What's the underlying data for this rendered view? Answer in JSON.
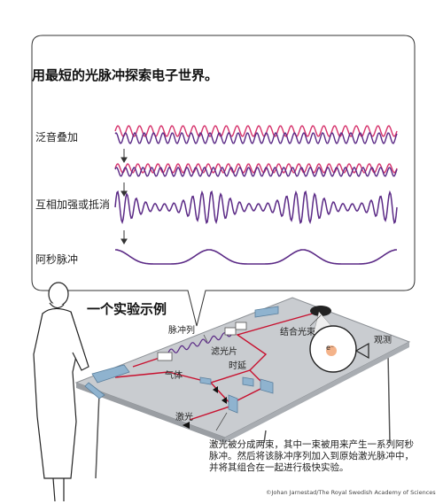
{
  "title": "用最短的光脉冲探索电子世界。",
  "panel_labels": {
    "superposition": "泛音叠加",
    "interference": "互相加强或抵消",
    "attosecond_pulse": "阿秒脉冲"
  },
  "experiment": {
    "title": "一个实验示例",
    "labels": {
      "pulse_train": "脉冲列",
      "gas": "气体",
      "filter": "滤光片",
      "delay": "时延",
      "combined_beam": "结合光束",
      "observation": "观测",
      "laser": "激光",
      "electron": "e⁻"
    },
    "caption": "激光被分成两束，其中一束被用来产生一系列阿秒脉冲。然后将该脉冲序列加入到原始激光脉冲中，并将其组合在一起进行极快实验。"
  },
  "credit": "©Johan Jarnestad/The Royal Swedish Academy of Sciences",
  "colors": {
    "wave_pink": "#d6336c",
    "wave_purple": "#5b2a86",
    "laser_red": "#c8102e",
    "table_top": "#c9ccd0",
    "table_edge": "#9a9ea3",
    "optic_blue": "#8fb3cf"
  }
}
